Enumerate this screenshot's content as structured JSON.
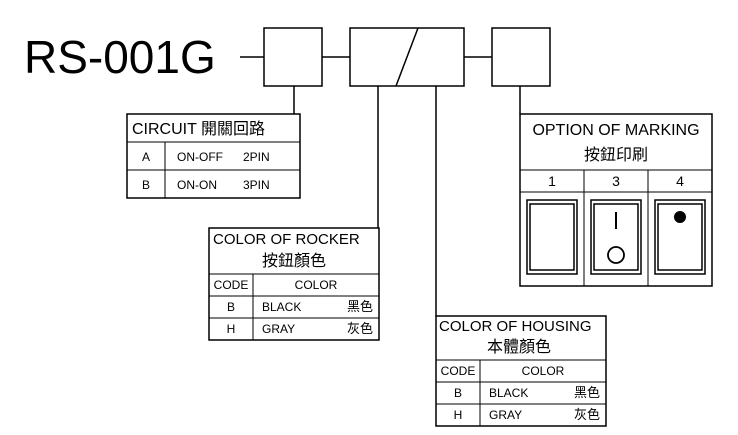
{
  "model": "RS-001G",
  "circuit": {
    "title": "CIRCUIT 開關回路",
    "rows": [
      {
        "code": "A",
        "desc": "ON-OFF",
        "pin": "2PIN"
      },
      {
        "code": "B",
        "desc": "ON-ON",
        "pin": "3PIN"
      }
    ]
  },
  "rocker": {
    "title": "COLOR OF ROCKER",
    "title_cn": "按鈕顏色",
    "col_code": "CODE",
    "col_color": "COLOR",
    "rows": [
      {
        "code": "B",
        "name": "BLACK",
        "name_cn": "黑色"
      },
      {
        "code": "H",
        "name": "GRAY",
        "name_cn": "灰色"
      }
    ]
  },
  "housing": {
    "title": "COLOR OF HOUSING",
    "title_cn": "本體顏色",
    "col_code": "CODE",
    "col_color": "COLOR",
    "rows": [
      {
        "code": "B",
        "name": "BLACK",
        "name_cn": "黑色"
      },
      {
        "code": "H",
        "name": "GRAY",
        "name_cn": "灰色"
      }
    ]
  },
  "marking": {
    "title": "OPTION OF MARKING",
    "title_cn": "按鈕印刷",
    "options": [
      {
        "label": "1",
        "symbol": "blank"
      },
      {
        "label": "3",
        "symbol": "line-circle"
      },
      {
        "label": "4",
        "symbol": "dot"
      }
    ]
  }
}
